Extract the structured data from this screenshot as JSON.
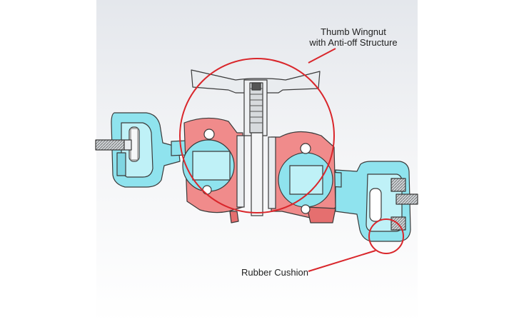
{
  "diagram": {
    "callouts": {
      "wingnut_line1": "Thumb Wingnut",
      "wingnut_line2": "with Anti-off Structure",
      "rubber": "Rubber Cushion"
    },
    "colors": {
      "background_panel": "#eef0f4",
      "cyan_part": "#8fe3ee",
      "red_part": "#f08b8b",
      "grey_part": "#e9ecef",
      "outline": "#3a3a3a",
      "callout": "#d9262b"
    },
    "parts": [
      "left-clamp-arm",
      "right-clamp-arm",
      "left-ball-joint",
      "right-ball-joint",
      "center-housing",
      "thumb-wingnut",
      "center-bolt",
      "rubber-cushion"
    ]
  }
}
